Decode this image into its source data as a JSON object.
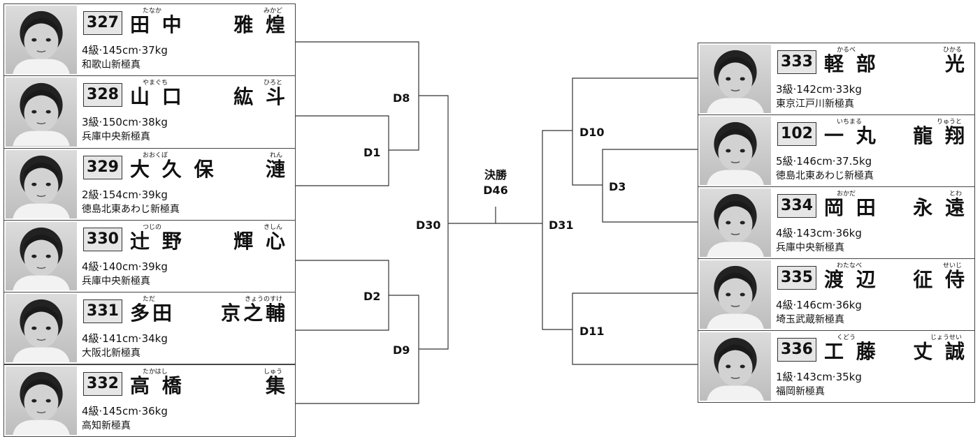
{
  "rounds": {
    "final_label": "決勝",
    "final_id": "D46",
    "semi_left": "D30",
    "semi_right": "D31",
    "q1": "D8",
    "q2": "D1",
    "q3": "D2",
    "q4": "D9",
    "q5": "D10",
    "q6": "D3",
    "q7": "D11"
  },
  "left_players": [
    {
      "num": "327",
      "furi1": "たなか",
      "furi2": "みかど",
      "sur": "田 中",
      "given": "雅 煌",
      "stats": "4級·145cm·37kg",
      "dojo": "和歌山新極真"
    },
    {
      "num": "328",
      "furi1": "やまぐち",
      "furi2": "ひろと",
      "sur": "山 口",
      "given": "紘 斗",
      "stats": "3級·150cm·38kg",
      "dojo": "兵庫中央新極真"
    },
    {
      "num": "329",
      "furi1": "おおくぼ",
      "furi2": "れん",
      "sur": "大 久 保",
      "given": "漣",
      "stats": "2級·154cm·39kg",
      "dojo": "徳島北東あわじ新極真"
    },
    {
      "num": "330",
      "furi1": "つじの",
      "furi2": "きしん",
      "sur": "辻 野",
      "given": "輝 心",
      "stats": "4級·140cm·39kg",
      "dojo": "兵庫中央新極真"
    },
    {
      "num": "331",
      "furi1": "ただ",
      "furi2": "きょうのすけ",
      "sur": "多田",
      "given": "京之輔",
      "stats": "4級·141cm·34kg",
      "dojo": "大阪北新極真"
    },
    {
      "num": "332",
      "furi1": "たかはし",
      "furi2": "しゅう",
      "sur": "高 橋",
      "given": "集",
      "stats": "4級·145cm·36kg",
      "dojo": "高知新極真"
    }
  ],
  "right_players": [
    {
      "num": "333",
      "furi1": "かるべ",
      "furi2": "ひかる",
      "sur": "軽 部",
      "given": "光",
      "stats": "3級·142cm·33kg",
      "dojo": "東京江戸川新極真"
    },
    {
      "num": "102",
      "furi1": "いちまる",
      "furi2": "りゅうと",
      "sur": "一 丸",
      "given": "龍 翔",
      "stats": "5級·146cm·37.5kg",
      "dojo": "徳島北東あわじ新極真"
    },
    {
      "num": "334",
      "furi1": "おかだ",
      "furi2": "とわ",
      "sur": "岡 田",
      "given": "永 遠",
      "stats": "4級·143cm·36kg",
      "dojo": "兵庫中央新極真"
    },
    {
      "num": "335",
      "furi1": "わたなべ",
      "furi2": "せいじ",
      "sur": "渡 辺",
      "given": "征 侍",
      "stats": "4級·146cm·36kg",
      "dojo": "埼玉武蔵新極真"
    },
    {
      "num": "336",
      "furi1": "くどう",
      "furi2": "じょうせい",
      "sur": "工 藤",
      "given": "丈 誠",
      "stats": "1級·143cm·35kg",
      "dojo": "福岡新極真"
    }
  ]
}
